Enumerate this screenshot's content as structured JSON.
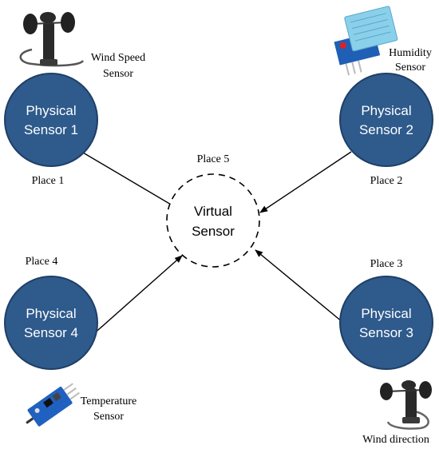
{
  "colors": {
    "node_fill": "#2e5a8c",
    "node_stroke": "#1f3f66",
    "node_text": "#ffffff",
    "virtual_stroke": "#000000",
    "arrow": "#000000",
    "label": "#000000"
  },
  "physical_sensors": [
    {
      "line1": "Physical",
      "line2": "Sensor 1",
      "place": "Place 1",
      "device": [
        "Wind Speed",
        "Sensor"
      ],
      "device_icon": "anemometer-icon"
    },
    {
      "line1": "Physical",
      "line2": "Sensor 2",
      "place": "Place 2",
      "device": [
        "Humidity",
        "Sensor"
      ],
      "device_icon": "humidity-module-icon"
    },
    {
      "line1": "Physical",
      "line2": "Sensor 3",
      "place": "Place 3",
      "device": [
        "Wind direction"
      ],
      "device_icon": "wind-vane-icon"
    },
    {
      "line1": "Physical",
      "line2": "Sensor 4",
      "place": "Place 4",
      "device": [
        "Temperature",
        "Sensor"
      ],
      "device_icon": "temperature-module-icon"
    }
  ],
  "virtual_sensor": {
    "line1": "Virtual",
    "line2": "Sensor",
    "place": "Place 5"
  }
}
